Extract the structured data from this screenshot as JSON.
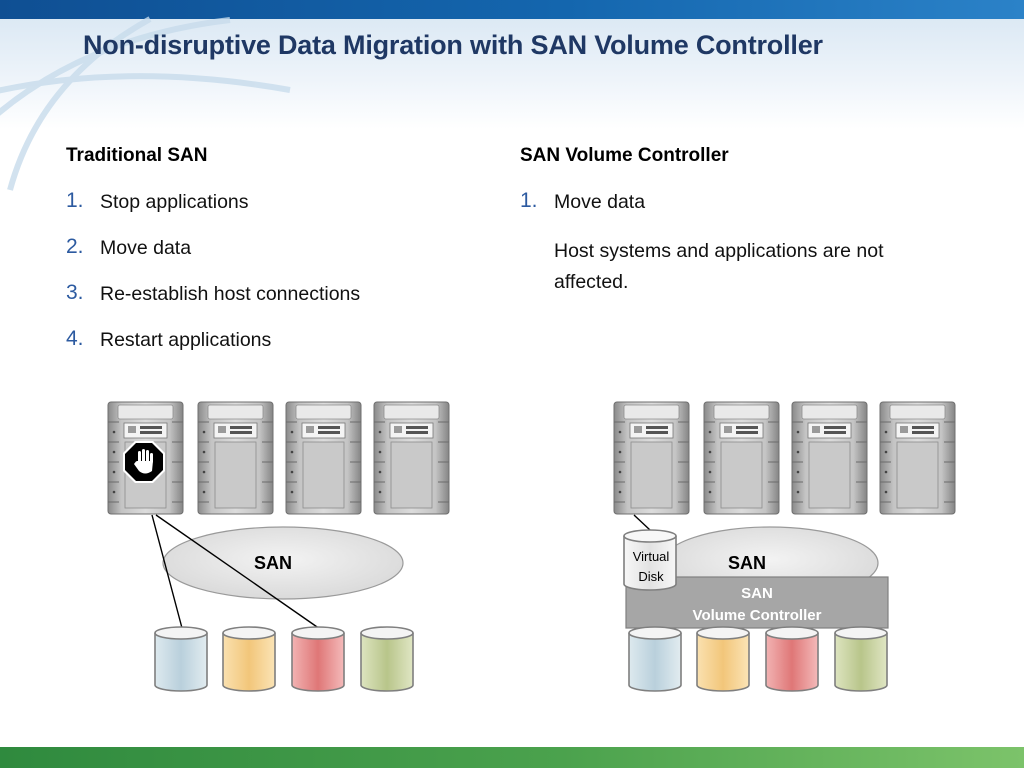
{
  "title": "Non-disruptive Data Migration with SAN Volume Controller",
  "left_column": {
    "heading": "Traditional SAN",
    "steps": [
      {
        "num": "1.",
        "text": "Stop applications"
      },
      {
        "num": "2.",
        "text": "Move data"
      },
      {
        "num": "3.",
        "text": "Re-establish host connections"
      },
      {
        "num": "4.",
        "text": "Restart applications"
      }
    ]
  },
  "right_column": {
    "heading": "SAN Volume Controller",
    "steps": [
      {
        "num": "1.",
        "text": "Move data"
      }
    ],
    "note": "Host systems and applications are not affected."
  },
  "left_diagram": {
    "san_label": "SAN"
  },
  "right_diagram": {
    "san_label": "SAN",
    "controller_line1": "SAN",
    "controller_line2": "Volume Controller",
    "vdisk_line1": "Virtual",
    "vdisk_line2": "Disk"
  },
  "colors": {
    "title": "#1f3864",
    "number": "#2c5aa0",
    "disk_blue": "#b9d0dc",
    "disk_orange": "#f2c67a",
    "disk_red": "#df7777",
    "disk_green": "#b8c58a",
    "controller": "#a6a6a6",
    "san_cloud": "#e6e6e6"
  }
}
